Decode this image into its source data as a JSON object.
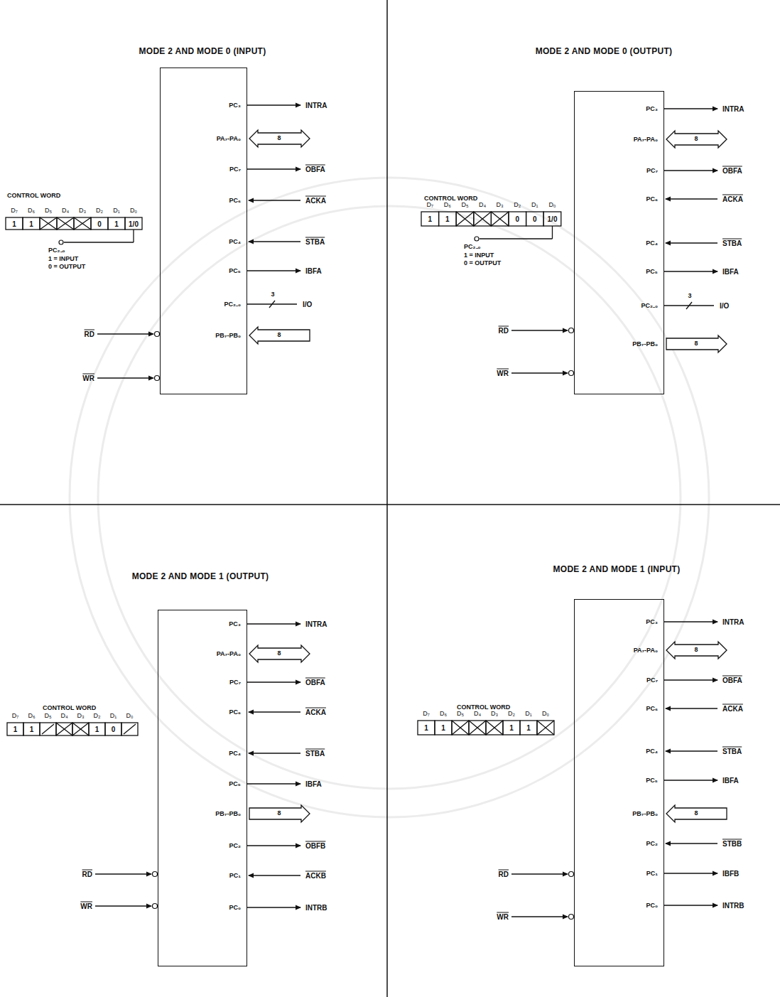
{
  "diagram": {
    "nodes": [
      {
        "text": [
          "PC₃",
          "PA₇-PA₀",
          "PC₇",
          "PC₆",
          "PC₄",
          "PC₅",
          "PC₂₋₀",
          "PB₇-PB₀"
        ]
      },
      {
        "text": [
          "PC₃",
          "PA₇-PA₀",
          "PC₇",
          "PC₆",
          "PC₄",
          "PC₅",
          "PC₂₋₀",
          "PB₇-PB₀"
        ]
      },
      {
        "text": [
          "PC₃",
          "PA₇-PA₀",
          "PC₇",
          "PC₆",
          "PC₄",
          "PC₅",
          "PB₇-PB₀",
          "PC₂",
          "PC₁",
          "PC₀"
        ]
      },
      {
        "text": [
          "PC₃",
          "PA₇-PA₀",
          "PC₇",
          "PC₆",
          "PC₄",
          "PC₅",
          "PB₇-PB₀",
          "PC₂",
          "PC₁",
          "PC₀"
        ]
      }
    ],
    "labels": [
      "MODE 2 AND MODE 0 (INPUT)",
      "CONTROL WORD",
      "D₇",
      "D₆",
      "D₅",
      "D₄",
      "D₃",
      "D₂",
      "D₁",
      "D₀",
      "1",
      "1",
      "0",
      "1",
      "1/0",
      "PC₂₋₀",
      "1 = INPUT",
      "0 = OUTPUT",
      "INTRA",
      "8",
      "OBFA",
      "ACKA",
      "STBA",
      "IBFA",
      "3",
      "I/O",
      "8",
      "RD",
      "WR",
      "MODE 2 AND MODE 0 (OUTPUT)",
      "CONTROL WORD",
      "D₇",
      "D₆",
      "D₅",
      "D₄",
      "D₃",
      "D₂",
      "D₁",
      "D₀",
      "1",
      "1",
      "0",
      "0",
      "1/0",
      "PC₂₋₀",
      "1 = INPUT",
      "0 = OUTPUT",
      "INTRA",
      "8",
      "OBFA",
      "ACKA",
      "STBA",
      "IBFA",
      "3",
      "I/O",
      "8",
      "RD",
      "WR",
      "MODE 2 AND MODE 1 (OUTPUT)",
      "CONTROL WORD",
      "D₇",
      "D₆",
      "D₅",
      "D₄",
      "D₃",
      "D₂",
      "D₁",
      "D₀",
      "1",
      "1",
      "1",
      "0",
      "INTRA",
      "8",
      "OBFA",
      "ACKA",
      "STBA",
      "IBFA",
      "8",
      "OBFB",
      "ACKB",
      "INTRB",
      "RD",
      "WR",
      "MODE 2 AND MODE 1 (INPUT)",
      "CONTROL WORD",
      "D₇",
      "D₆",
      "D₅",
      "D₄",
      "D₃",
      "D₂",
      "D₁",
      "D₀",
      "1",
      "1",
      "1",
      "1",
      "INTRA",
      "8",
      "OBFA",
      "ACKA",
      "STBA",
      "IBFA",
      "8",
      "STBB",
      "IBFB",
      "INTRB",
      "RD",
      "WR"
    ]
  }
}
